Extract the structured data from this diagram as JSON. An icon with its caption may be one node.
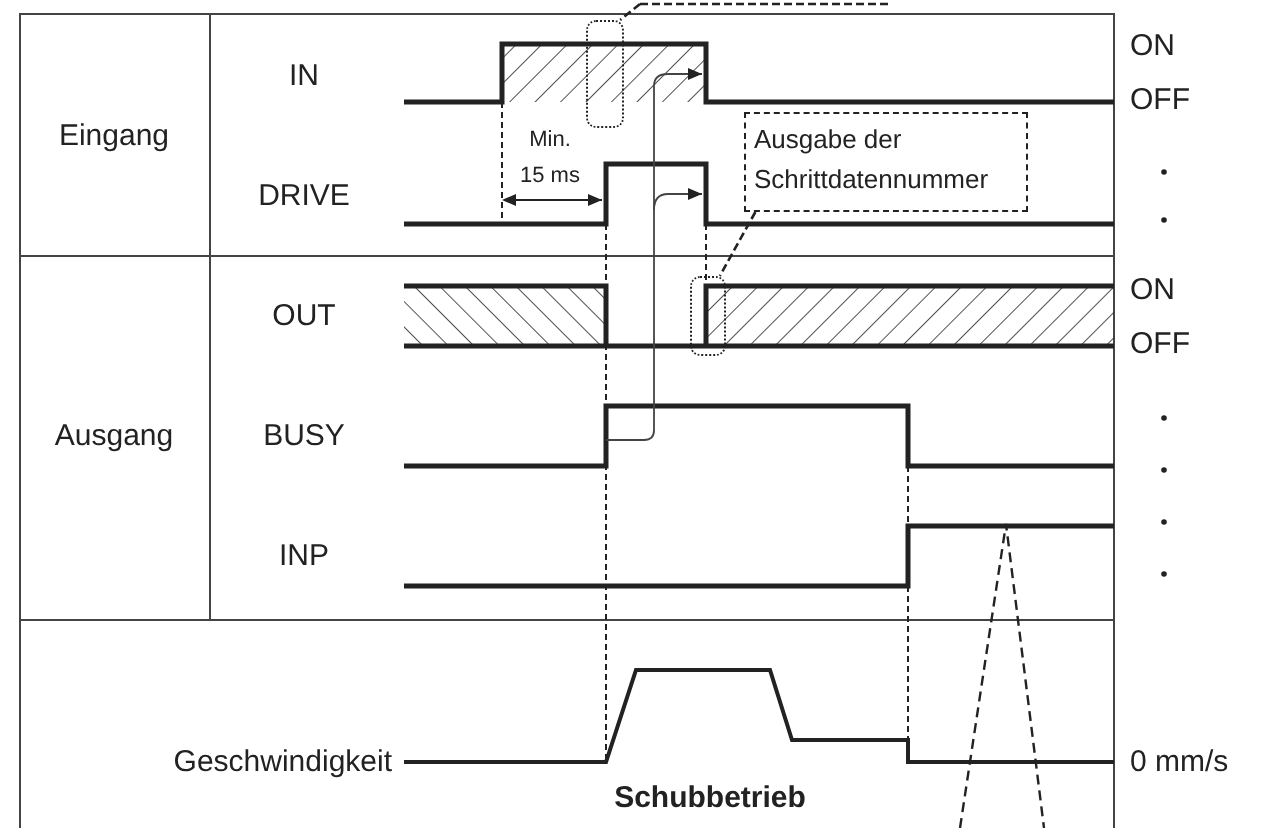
{
  "diagram": {
    "nodes": [
      {
        "text": [
          "Ausgabe der Schrittdatennummer"
        ]
      },
      {
        "text": [],
        "shape": "box"
      },
      {
        "text": [],
        "shape": "box"
      }
    ],
    "edges": [
      {
        "from": 0,
        "to": 1,
        "arrow": "none",
        "style": "dashed"
      },
      {
        "from": null,
        "to": 2,
        "arrow": "none",
        "style": "dashed"
      }
    ],
    "labels": [
      "IN",
      "ON",
      "OFF",
      "Eingang",
      "Min. 15 ms",
      "DRIVE",
      "OUT",
      "ON",
      "OFF",
      "Ausgang",
      "BUSY",
      "INP",
      "Geschwindigkeit",
      "0 mm/s",
      "Schubbetrieb"
    ]
  }
}
